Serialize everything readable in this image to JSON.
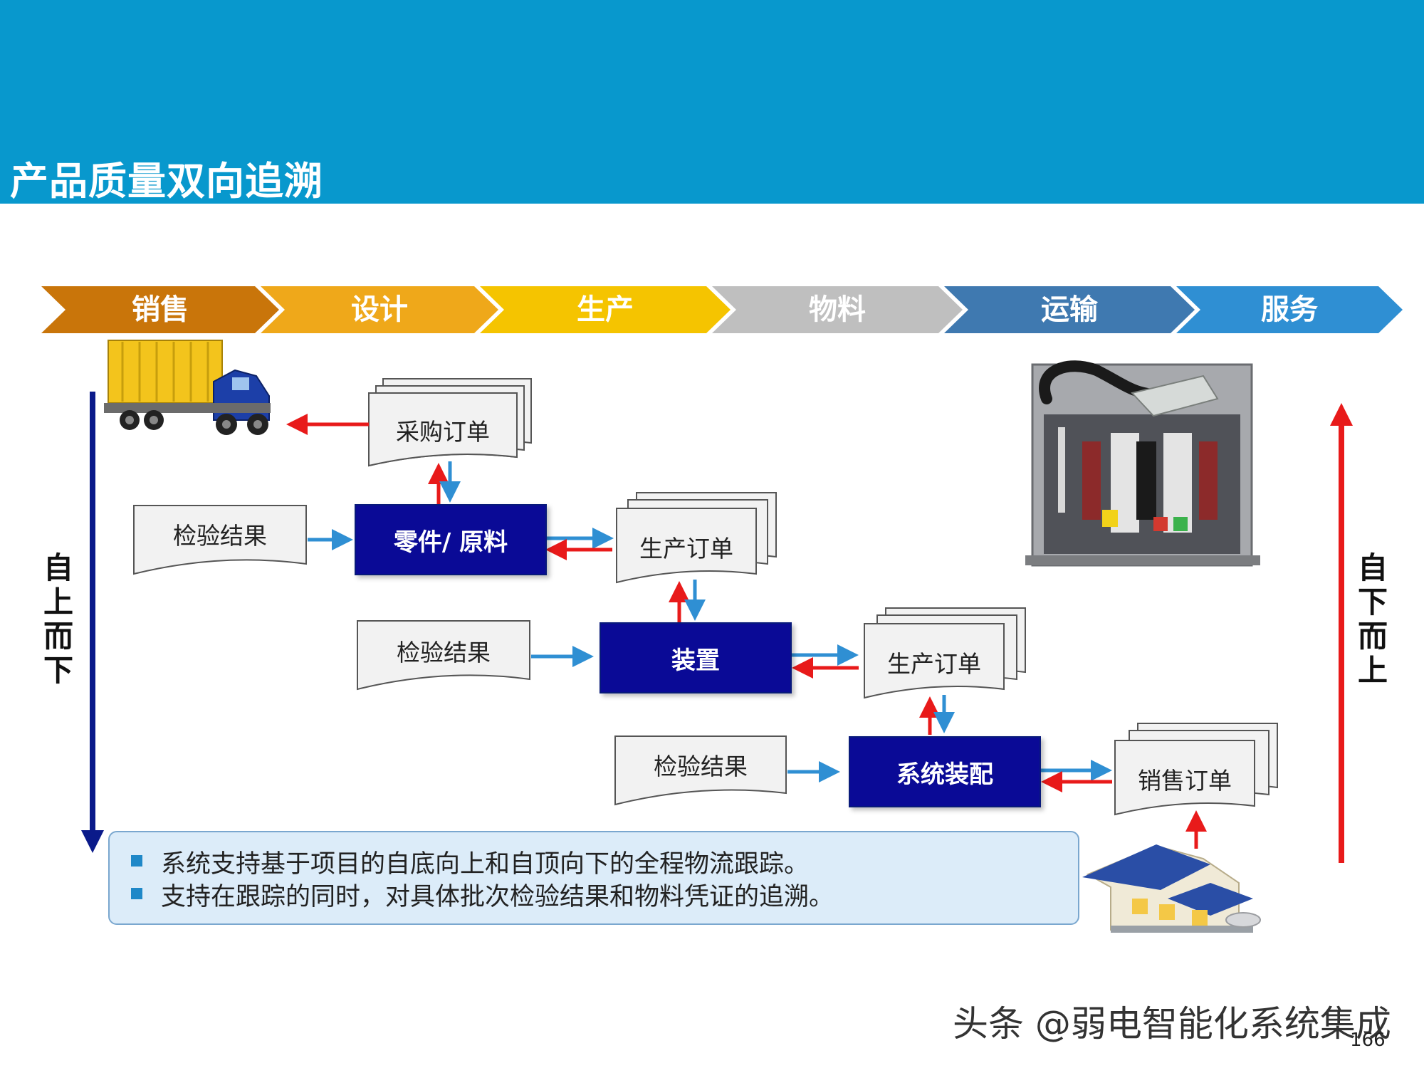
{
  "slide": {
    "title": "产品质量双向追溯",
    "page_number": "166"
  },
  "stages": [
    "销售",
    "设计",
    "生产",
    "物料",
    "运输",
    "服务"
  ],
  "stage_colors": [
    "#c9750a",
    "#efa81a",
    "#f5c400",
    "#bfbfbf",
    "#3f79b0",
    "#2f8fd3"
  ],
  "flow": {
    "purchase_order": "采购订单",
    "parts_materials": "零件/ 原料",
    "inspection_result_1": "检验结果",
    "production_order_1": "生产订单",
    "device": "装置",
    "inspection_result_2": "检验结果",
    "production_order_2": "生产订单",
    "system_assembly": "系统装配",
    "inspection_result_3": "检验结果",
    "sales_order": "销售订单"
  },
  "directions": {
    "top_down": "自上而下",
    "bottom_up": "自下而上"
  },
  "notes": [
    "系统支持基于项目的自底向上和自顶向下的全程物流跟踪。",
    "支持在跟踪的同时，对具体批次检验结果和物料凭证的追溯。"
  ],
  "watermark": "头条 @弱电智能化系统集成",
  "colors": {
    "header": "#0898cd",
    "box": "#0a0a96",
    "trace_up": "#e81a1a",
    "trace_down": "#2f8fd3",
    "down_arrow": "#0a1a8a"
  },
  "icons": [
    "truck-icon",
    "switchgear-icon",
    "house-icon"
  ]
}
